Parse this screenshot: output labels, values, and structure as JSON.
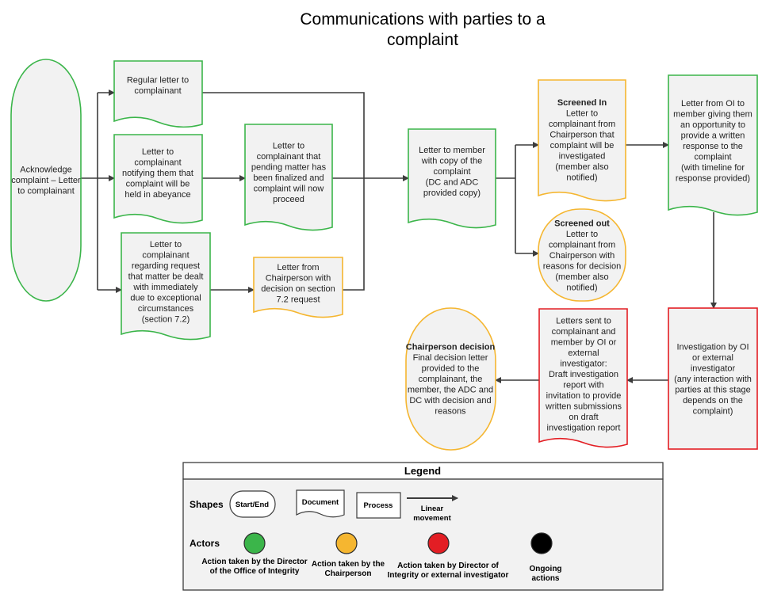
{
  "title": [
    "Communications with parties to a",
    "complaint"
  ],
  "colors": {
    "green": "#3bb54a",
    "yellow": "#f5b630",
    "red": "#e31e24",
    "black": "#000000",
    "node_fill": "#f2f2f2",
    "line": "#3c3c3c"
  },
  "nodes": {
    "acknowledge": {
      "lines": [
        "Acknowledge",
        "complaint – Letter",
        "to complainant"
      ]
    },
    "regular_letter": {
      "lines": [
        "Regular letter to",
        "complainant"
      ]
    },
    "abeyance_letter": {
      "lines": [
        "Letter to",
        "complainant",
        "notifying them that",
        "complaint will be",
        "held in abeyance"
      ]
    },
    "immediate_request_letter": {
      "lines": [
        "Letter to",
        "complainant",
        "regarding request",
        "that matter be dealt",
        "with immediately",
        "due to exceptional",
        "circumstances",
        "(section 7.2)"
      ]
    },
    "pending_finalized_letter": {
      "lines": [
        "Letter to",
        "complainant that",
        "pending matter has",
        "been finalized and",
        "complaint will now",
        "proceed"
      ]
    },
    "chair_section72_letter": {
      "lines": [
        "Letter from",
        "Chairperson with",
        "decision on section",
        "7.2 request"
      ]
    },
    "member_copy_letter": {
      "lines": [
        "Letter to member",
        "with copy of the",
        "complaint",
        "(DC and ADC",
        "provided copy)"
      ]
    },
    "screened_in": {
      "heading": "Screened In",
      "lines": [
        "Letter to",
        "complainant from",
        "Chairperson that",
        "complaint will be",
        "investigated",
        "(member also",
        "notified)"
      ]
    },
    "screened_out": {
      "heading": "Screened out",
      "lines": [
        "Letter to",
        "complainant from",
        "Chairperson with",
        "reasons for decision",
        "(member also",
        "notified)"
      ]
    },
    "oi_to_member": {
      "lines": [
        "Letter from OI to",
        "member giving them",
        "an opportunity to",
        "provide a written",
        "response to the",
        "complaint",
        "(with timeline for",
        "response provided)"
      ]
    },
    "investigation": {
      "lines": [
        "Investigation by OI",
        "or external",
        "investigator",
        "(any interaction with",
        "parties at this stage",
        "depends on the",
        "complaint)"
      ]
    },
    "draft_report_letters": {
      "lines": [
        "Letters sent to",
        "complainant and",
        "member by OI or",
        "external",
        "investigator:",
        "Draft investigation",
        "report with",
        "invitation to provide",
        "written submissions",
        "on draft",
        "investigation report"
      ]
    },
    "chair_decision": {
      "heading": "Chairperson decision",
      "lines": [
        "Final decision letter",
        "provided to the",
        "complainant, the",
        "member, the ADC and",
        "DC with decision and",
        "reasons"
      ]
    }
  },
  "legend": {
    "title": "Legend",
    "shapes_label": "Shapes",
    "actors_label": "Actors",
    "start_end": "Start/End",
    "document": "Document",
    "process": "Process",
    "linear": [
      "Linear",
      "movement"
    ],
    "actor_green": [
      "Action taken by the Director",
      "of the Office of Integrity"
    ],
    "actor_yellow": [
      "Action taken by the",
      "Chairperson"
    ],
    "actor_red": [
      "Action taken by Director of",
      "Integrity or external investigator"
    ],
    "actor_black": [
      "Ongoing",
      "actions"
    ]
  }
}
